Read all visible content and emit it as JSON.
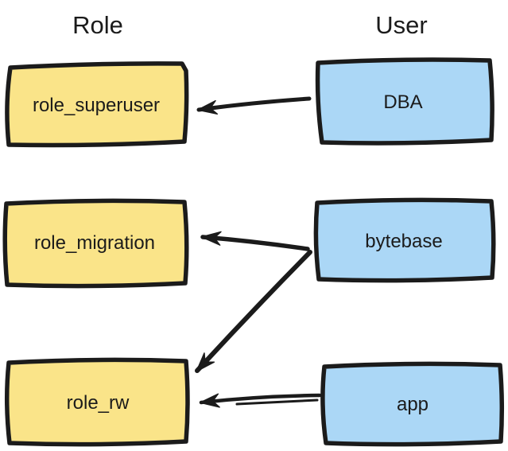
{
  "diagram": {
    "headings": {
      "role": "Role",
      "user": "User"
    },
    "roles": [
      {
        "id": "role_superuser",
        "label": "role_superuser"
      },
      {
        "id": "role_migration",
        "label": "role_migration"
      },
      {
        "id": "role_rw",
        "label": "role_rw"
      }
    ],
    "users": [
      {
        "id": "DBA",
        "label": "DBA"
      },
      {
        "id": "bytebase",
        "label": "bytebase"
      },
      {
        "id": "app",
        "label": "app"
      }
    ],
    "edges": [
      {
        "from": "DBA",
        "to": "role_superuser"
      },
      {
        "from": "bytebase",
        "to": "role_migration"
      },
      {
        "from": "bytebase",
        "to": "role_rw"
      },
      {
        "from": "app",
        "to": "role_rw"
      }
    ],
    "colors": {
      "role_fill": "#FAE489",
      "user_fill": "#ABD7F6",
      "ink": "#1B1B1B"
    }
  }
}
